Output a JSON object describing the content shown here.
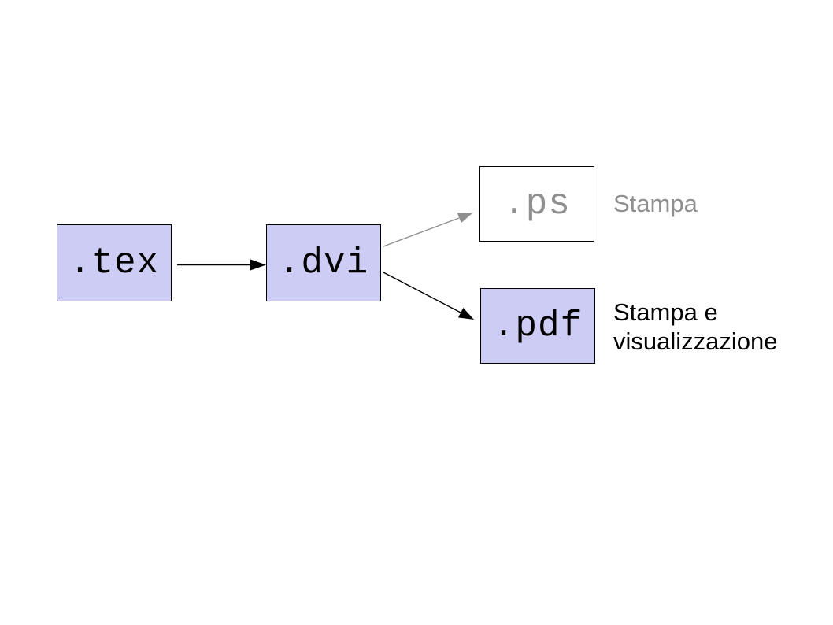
{
  "page": {
    "background": "#ffffff"
  },
  "diagram": {
    "description": "LaTeX file conversion flow diagram",
    "nodes": [
      {
        "id": "tex",
        "label": ".tex",
        "fill": "#ccccf4",
        "border": "#000000",
        "text_color": "#000000"
      },
      {
        "id": "dvi",
        "label": ".dvi",
        "fill": "#ccccf4",
        "border": "#000000",
        "text_color": "#000000"
      },
      {
        "id": "ps",
        "label": ".ps",
        "fill": "#ffffff",
        "border": "#000000",
        "text_color": "#8f8f8f"
      },
      {
        "id": "pdf",
        "label": ".pdf",
        "fill": "#ccccf4",
        "border": "#000000",
        "text_color": "#000000"
      }
    ],
    "edges": [
      {
        "from": "tex",
        "to": "dvi",
        "color": "#000000"
      },
      {
        "from": "dvi",
        "to": "ps",
        "color": "#8f8f8f"
      },
      {
        "from": "dvi",
        "to": "pdf",
        "color": "#000000"
      }
    ],
    "annotations": [
      {
        "target": "ps",
        "text": "Stampa",
        "color": "#8f8f8f"
      },
      {
        "target": "pdf",
        "text": "Stampa e visualizzazione",
        "color": "#000000"
      }
    ]
  }
}
